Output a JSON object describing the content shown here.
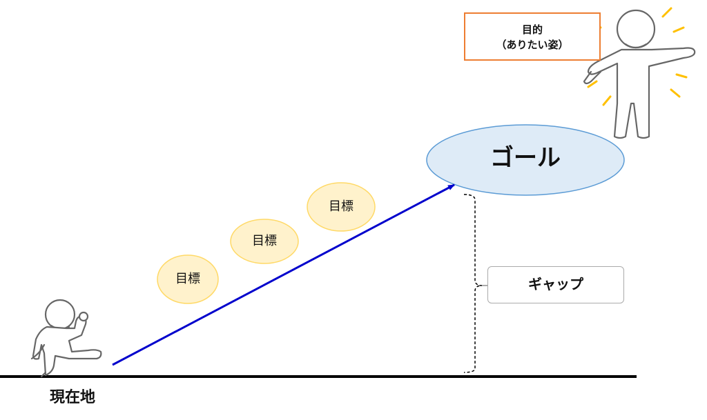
{
  "purpose": {
    "line1": "目的",
    "line2": "（ありたい姿）"
  },
  "goal": {
    "label": "ゴール"
  },
  "targets": [
    {
      "label": "目標"
    },
    {
      "label": "目標"
    },
    {
      "label": "目標"
    }
  ],
  "gap": {
    "label": "ギャップ"
  },
  "current": {
    "label": "現在地"
  },
  "colors": {
    "goal_fill": "#DEEBF7",
    "goal_stroke": "#5B9BD5",
    "target_fill": "#FFF2CC",
    "target_stroke": "#FFD966",
    "arrow": "#0000CC",
    "purpose_border": "#ED7D31",
    "rays": "#FFC000"
  }
}
